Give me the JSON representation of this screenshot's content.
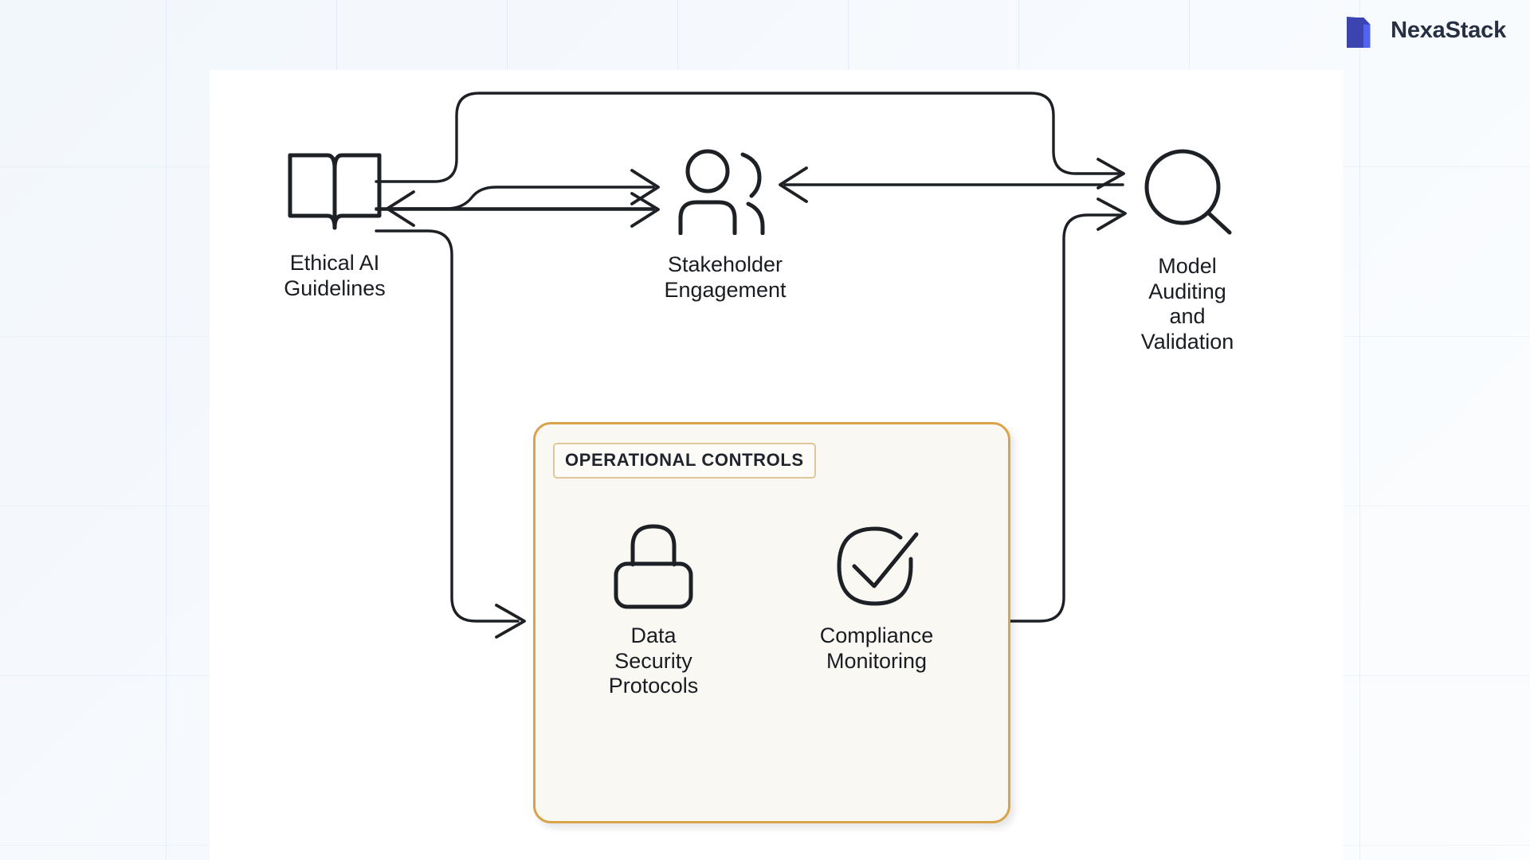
{
  "brand": {
    "name": "NexaStack",
    "logo_icon": "nexastack-logo-icon",
    "dark_blue": "#3b44b0",
    "light_blue": "#4f63f5"
  },
  "diagram": {
    "type": "flow-diagram",
    "background_color": "#f7fafd",
    "canvas_color": "#ffffff",
    "stroke_color": "#1d2025",
    "nodes": [
      {
        "id": "ethical-ai-guidelines",
        "label": "Ethical AI\nGuidelines",
        "icon": "open-book-icon"
      },
      {
        "id": "stakeholder-engagement",
        "label": "Stakeholder\nEngagement",
        "icon": "people-group-icon"
      },
      {
        "id": "model-auditing-and-validation",
        "label": "Model\nAuditing\nand\nValidation",
        "icon": "magnifying-glass-icon"
      },
      {
        "id": "data-security-protocols",
        "label": "Data\nSecurity\nProtocols",
        "icon": "padlock-icon"
      },
      {
        "id": "compliance-monitoring",
        "label": "Compliance\nMonitoring",
        "icon": "check-circle-icon"
      }
    ],
    "group": {
      "id": "operational-controls",
      "title": "OPERATIONAL CONTROLS",
      "border_color": "#d8a34a",
      "fill_color": "#faf8f2",
      "badge_fill": "#fcfbf7",
      "badge_border": "#e0c79a"
    },
    "edges": [
      {
        "from": "ethical-ai-guidelines",
        "to": "model-auditing-and-validation",
        "routing": "top-loop"
      },
      {
        "from": "ethical-ai-guidelines",
        "to": "stakeholder-engagement",
        "routing": "straight"
      },
      {
        "from": "stakeholder-engagement",
        "to": "ethical-ai-guidelines",
        "routing": "straight"
      },
      {
        "from": "model-auditing-and-validation",
        "to": "stakeholder-engagement",
        "routing": "straight"
      },
      {
        "from": "ethical-ai-guidelines",
        "to": "operational-controls",
        "routing": "left-down-elbow"
      },
      {
        "from": "operational-controls",
        "to": "model-auditing-and-validation",
        "routing": "right-up-elbow"
      },
      {
        "from": "data-security-protocols",
        "to": "compliance-monitoring",
        "routing": "straight"
      }
    ]
  }
}
